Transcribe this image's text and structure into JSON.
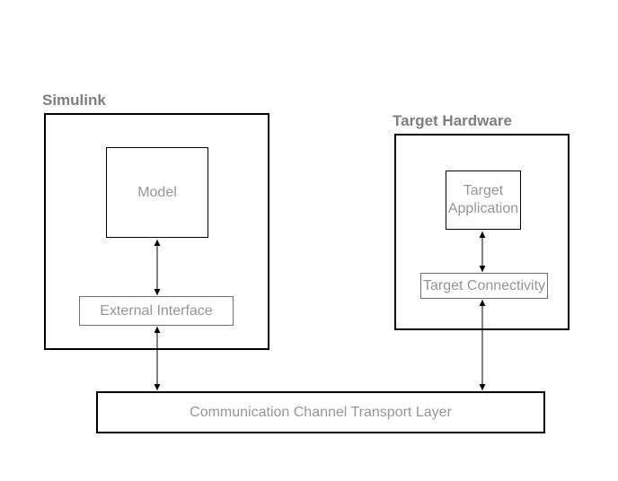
{
  "diagram": {
    "simulink": {
      "label": "Simulink",
      "model_label": "Model",
      "external_interface_label": "External Interface"
    },
    "target_hardware": {
      "label": "Target Hardware",
      "target_application_label": "Target Application",
      "target_connectivity_label": "Target Connectivity"
    },
    "transport_layer_label": "Communication Channel Transport Layer",
    "connections": [
      {
        "from": "Model",
        "to": "External Interface",
        "bidirectional": true
      },
      {
        "from": "External Interface",
        "to": "Communication Channel Transport Layer",
        "bidirectional": true
      },
      {
        "from": "Target Application",
        "to": "Target Connectivity",
        "bidirectional": true
      },
      {
        "from": "Target Connectivity",
        "to": "Communication Channel Transport Layer",
        "bidirectional": true
      }
    ],
    "colors": {
      "background": "#ffffff",
      "group_label_text": "#7f7f7f",
      "box_text": "#969696",
      "outer_border": "#000000",
      "inner_border_dark": "#000000",
      "inner_border_light": "#6e6e6e",
      "arrow": "#000000"
    }
  }
}
